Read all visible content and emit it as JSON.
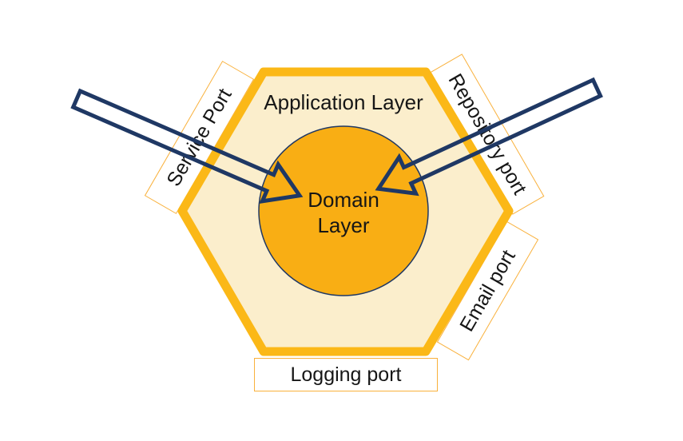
{
  "diagram": {
    "type": "hexagonal-architecture",
    "hexagon": {
      "label": "Application Layer"
    },
    "domain": {
      "line1": "Domain",
      "line2": "Layer"
    },
    "ports": {
      "service": {
        "label": "Service Port"
      },
      "repository": {
        "label": "Repository port"
      },
      "email": {
        "label": "Email port"
      },
      "logging": {
        "label": "Logging port"
      }
    },
    "arrows": [
      {
        "name": "inbound-arrow-left",
        "from": "Service Port",
        "to": "Domain Layer"
      },
      {
        "name": "inbound-arrow-right",
        "from": "Repository port",
        "to": "Domain Layer"
      }
    ]
  },
  "colors": {
    "hexagon_border": "#FBB817",
    "hexagon_fill": "#FBEECC",
    "domain_circle_fill": "#F9AE14",
    "circle_outline": "#1F3864",
    "arrow_outline": "#1F3864",
    "port_box_border": "#F9B13C",
    "port_box_fill": "#FFFFFF",
    "text": "#161616",
    "background": "#FFFFFF"
  }
}
